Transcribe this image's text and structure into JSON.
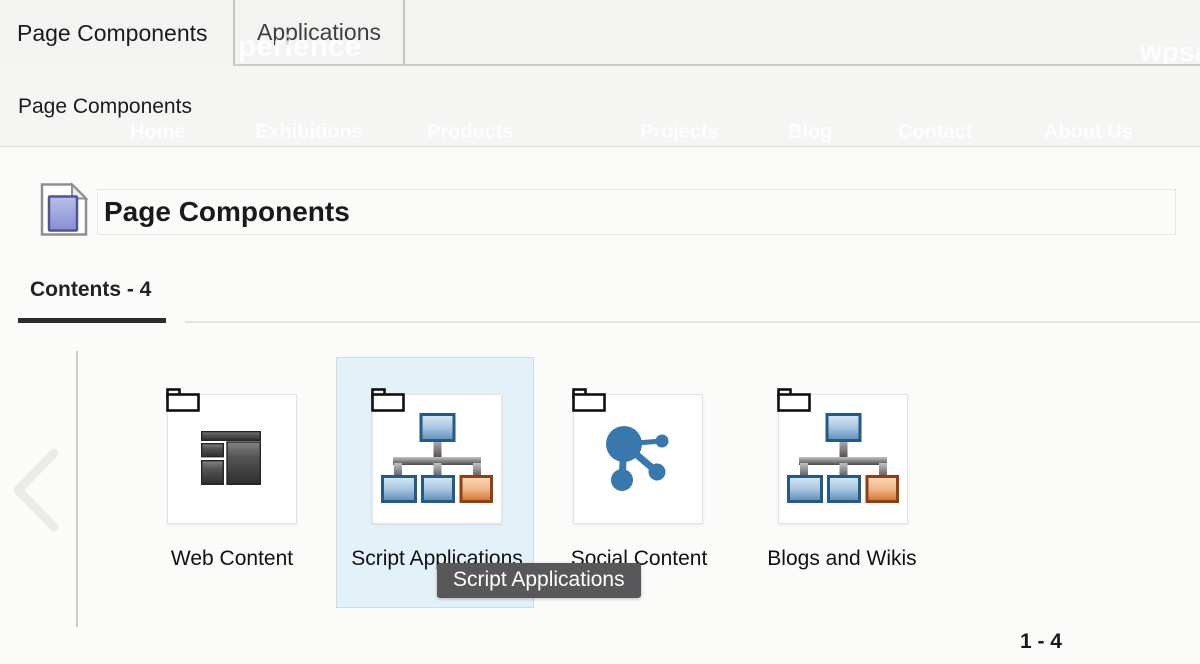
{
  "window": {
    "tabs": [
      {
        "label": "Page Components",
        "active": true
      },
      {
        "label": "Applications",
        "active": false
      }
    ],
    "breadcrumb": "Page Components"
  },
  "watermark": {
    "tab_fragment": "perience",
    "corner_fragment": "wpsa",
    "nav_items": [
      "Home",
      "Exhibitions",
      "Products",
      "Projects",
      "Blog",
      "Contact",
      "About Us"
    ]
  },
  "page": {
    "title": "Page Components",
    "title_icon": "page-icon"
  },
  "section_tabs": {
    "contents": {
      "label": "Contents - 4",
      "active": true
    }
  },
  "grid": {
    "items": [
      {
        "label": "Web Content",
        "icon": "web-content-layout-icon",
        "selected": false
      },
      {
        "label": "Script Applications",
        "icon": "sitemap-icon",
        "selected": true
      },
      {
        "label": "Social Content",
        "icon": "social-network-icon",
        "selected": false
      },
      {
        "label": "Blogs and Wikis",
        "icon": "sitemap-icon",
        "selected": false
      }
    ],
    "pagination": "1 - 4"
  },
  "tooltip": {
    "text": "Script Applications"
  },
  "colors": {
    "selection_bg": "#e3f1f8",
    "selection_border": "#c7deeb",
    "icon_blue": "#3878ad",
    "icon_orange": "#d4702a",
    "active_underline": "#2b2b2b",
    "tooltip_bg": "#58585a",
    "toolbar_bg": "#f4f4f3",
    "content_bg": "#fbfbfa"
  }
}
